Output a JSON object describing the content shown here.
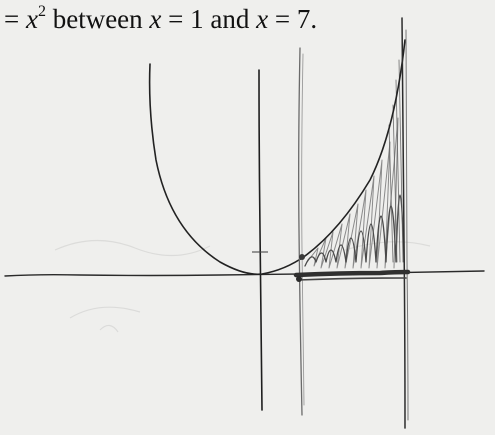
{
  "caption": {
    "lead": "= ",
    "var1": "x",
    "exp": "2",
    "middle": " between ",
    "var2": "x",
    "eq1": " = 1 and ",
    "var3": "x",
    "eq2": " = 7."
  },
  "colors": {
    "ink": "#1d1d1d",
    "pencil_dark": "#3a3a3a",
    "pencil_light": "#7a7a7a",
    "paper": "#efefed"
  },
  "sketch": {
    "curve": "y = x^2",
    "left_bound": 1,
    "right_bound": 7,
    "region_shaded": true
  }
}
